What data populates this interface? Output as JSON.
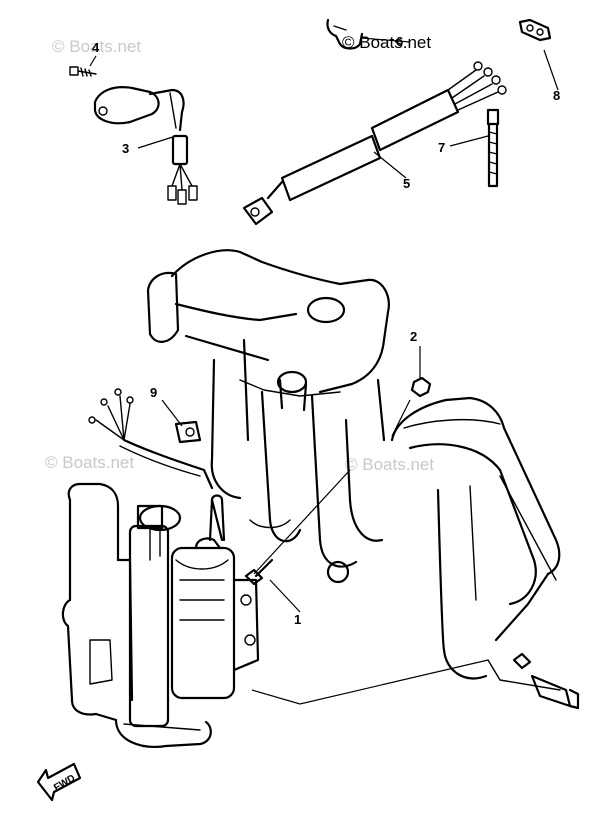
{
  "watermark": {
    "text_top_left": "© Boats.net",
    "text_top_right": "© Boats.net",
    "text_mid_left": "© Boats.net",
    "text_mid_right": "© Boats.net"
  },
  "callouts": {
    "c1": "1",
    "c2": "2",
    "c3": "3",
    "c4": "4",
    "c5": "5",
    "c6": "6",
    "c7": "7",
    "c8": "8",
    "c9": "9"
  },
  "fwd_label": "FWD"
}
